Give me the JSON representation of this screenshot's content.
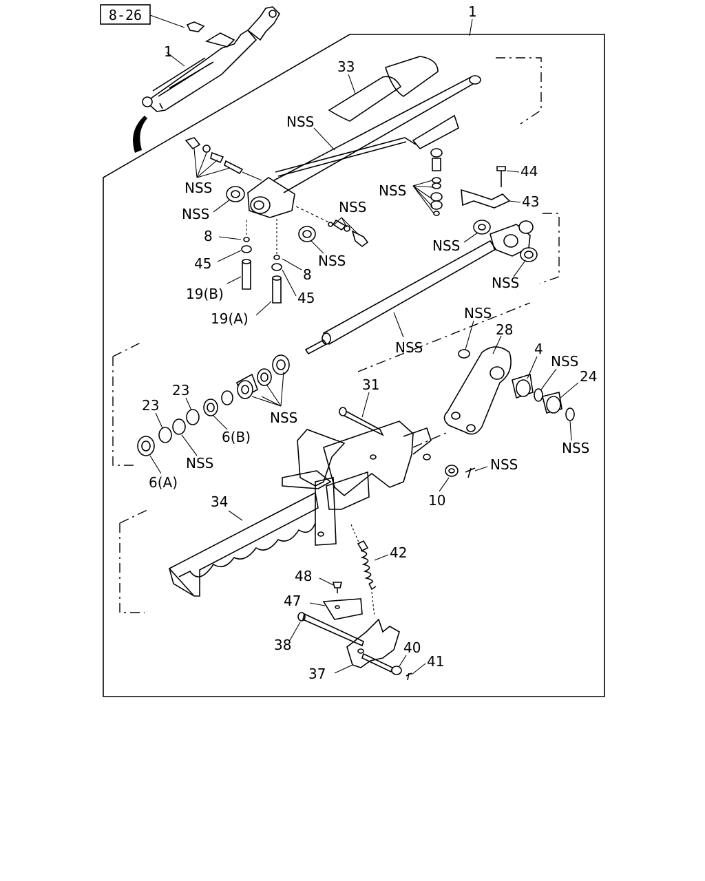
{
  "diagram": {
    "reference": "8-26",
    "labels": {
      "top_1": "1",
      "inset_1": "1",
      "p33": "33",
      "nss_a": "NSS",
      "nss_b": "NSS",
      "nss_c": "NSS",
      "nss_d": "NSS",
      "nss_e": "NSS",
      "nss_f": "NSS",
      "p44": "44",
      "p43": "43",
      "nss_g": "NSS",
      "nss_h": "NSS",
      "p8a": "8",
      "p8b": "8",
      "p45a": "45",
      "p45b": "45",
      "p19b": "19(B)",
      "p19a": "19(A)",
      "nss_i": "NSS",
      "nss_j": "NSS",
      "p28": "28",
      "p4": "4",
      "nss_k": "NSS",
      "p24": "24",
      "nss_l": "NSS",
      "p31": "31",
      "p23a": "23",
      "p23b": "23",
      "nss_m": "NSS",
      "nss_n": "NSS",
      "p6b": "6(B)",
      "p6a": "6(A)",
      "nss_o": "NSS",
      "p10": "10",
      "p34": "34",
      "p42": "42",
      "p48": "48",
      "p47": "47",
      "p38": "38",
      "p40": "40",
      "p41": "41",
      "p37": "37"
    }
  }
}
